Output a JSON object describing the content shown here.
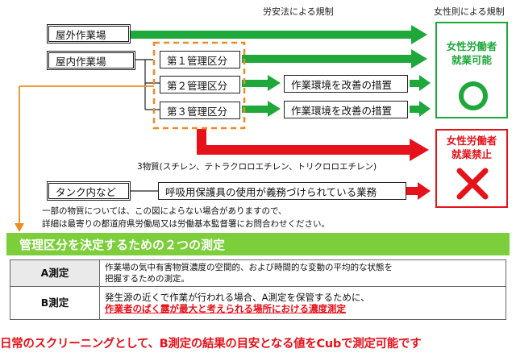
{
  "headers": {
    "law": "労安法による規制",
    "women": "女性則による規制"
  },
  "places": {
    "outdoor": "屋外作業場",
    "indoor": "屋内作業場",
    "tank": "タンク内など"
  },
  "classes": [
    "第１管理区分",
    "第２管理区分",
    "第３管理区分"
  ],
  "measures": {
    "improve2": "作業環境を改善の措置",
    "improve3": "作業環境を改善の措置",
    "respirator": "呼吸用保護具の使用が義務づけられている業務"
  },
  "three_substances": "3物質(スチレン、テトラクロロエチレン、トリクロロエチレン)",
  "results": {
    "allowed": {
      "line1": "女性労働者",
      "line2": "就業可能",
      "symbol": "circle-icon"
    },
    "prohibited": {
      "line1": "女性労働者",
      "line2": "就業禁止",
      "symbol": "cross-icon"
    }
  },
  "notes": {
    "line1": "一部の物質については、この図によらない場合がありますので、",
    "line2": "詳細は最寄りの都道府県労働局又は労働基本監督署にお問合わせください。"
  },
  "section_title": "管理区分を決定するための２つの測定",
  "measurement_table": [
    {
      "label": "A測定",
      "text1": "作業場の気中有害物質濃度の空間的、および時間的な変動の平均的な状態を",
      "text2": "把握するための測定。",
      "text3": ""
    },
    {
      "label": "B測定",
      "text1": "発生源の近くで作業が行われる場合、A測定を保管するために、",
      "text2": "",
      "text3": "作業者のばく露が最大と考えられる場所における濃度測定"
    }
  ],
  "bottom_line": "日常のスクリーニングとして、B測定の結果の目安となる値をCubで測定可能です",
  "colors": {
    "green": "#1ea83a",
    "red": "#e6121b",
    "orange": "#f08a24",
    "section_green": "#7ccf3a"
  }
}
